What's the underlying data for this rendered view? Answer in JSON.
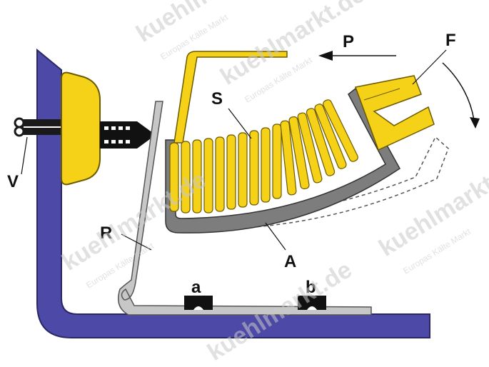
{
  "labels": {
    "P": "P",
    "F": "F",
    "S": "S",
    "V": "V",
    "R": "R",
    "A": "A",
    "a": "a",
    "b": "b"
  },
  "watermark": {
    "main": "kuehlmarkt.de",
    "sub": "Europas Kälte Markt"
  },
  "colors": {
    "frame": "#4d49a6",
    "frame_edge": "#2a2766",
    "yellow": "#f5d118",
    "yellow_edge": "#6b5a00",
    "gray": "#7d7d7d",
    "gray_light": "#c7c7c7",
    "black": "#111111"
  }
}
